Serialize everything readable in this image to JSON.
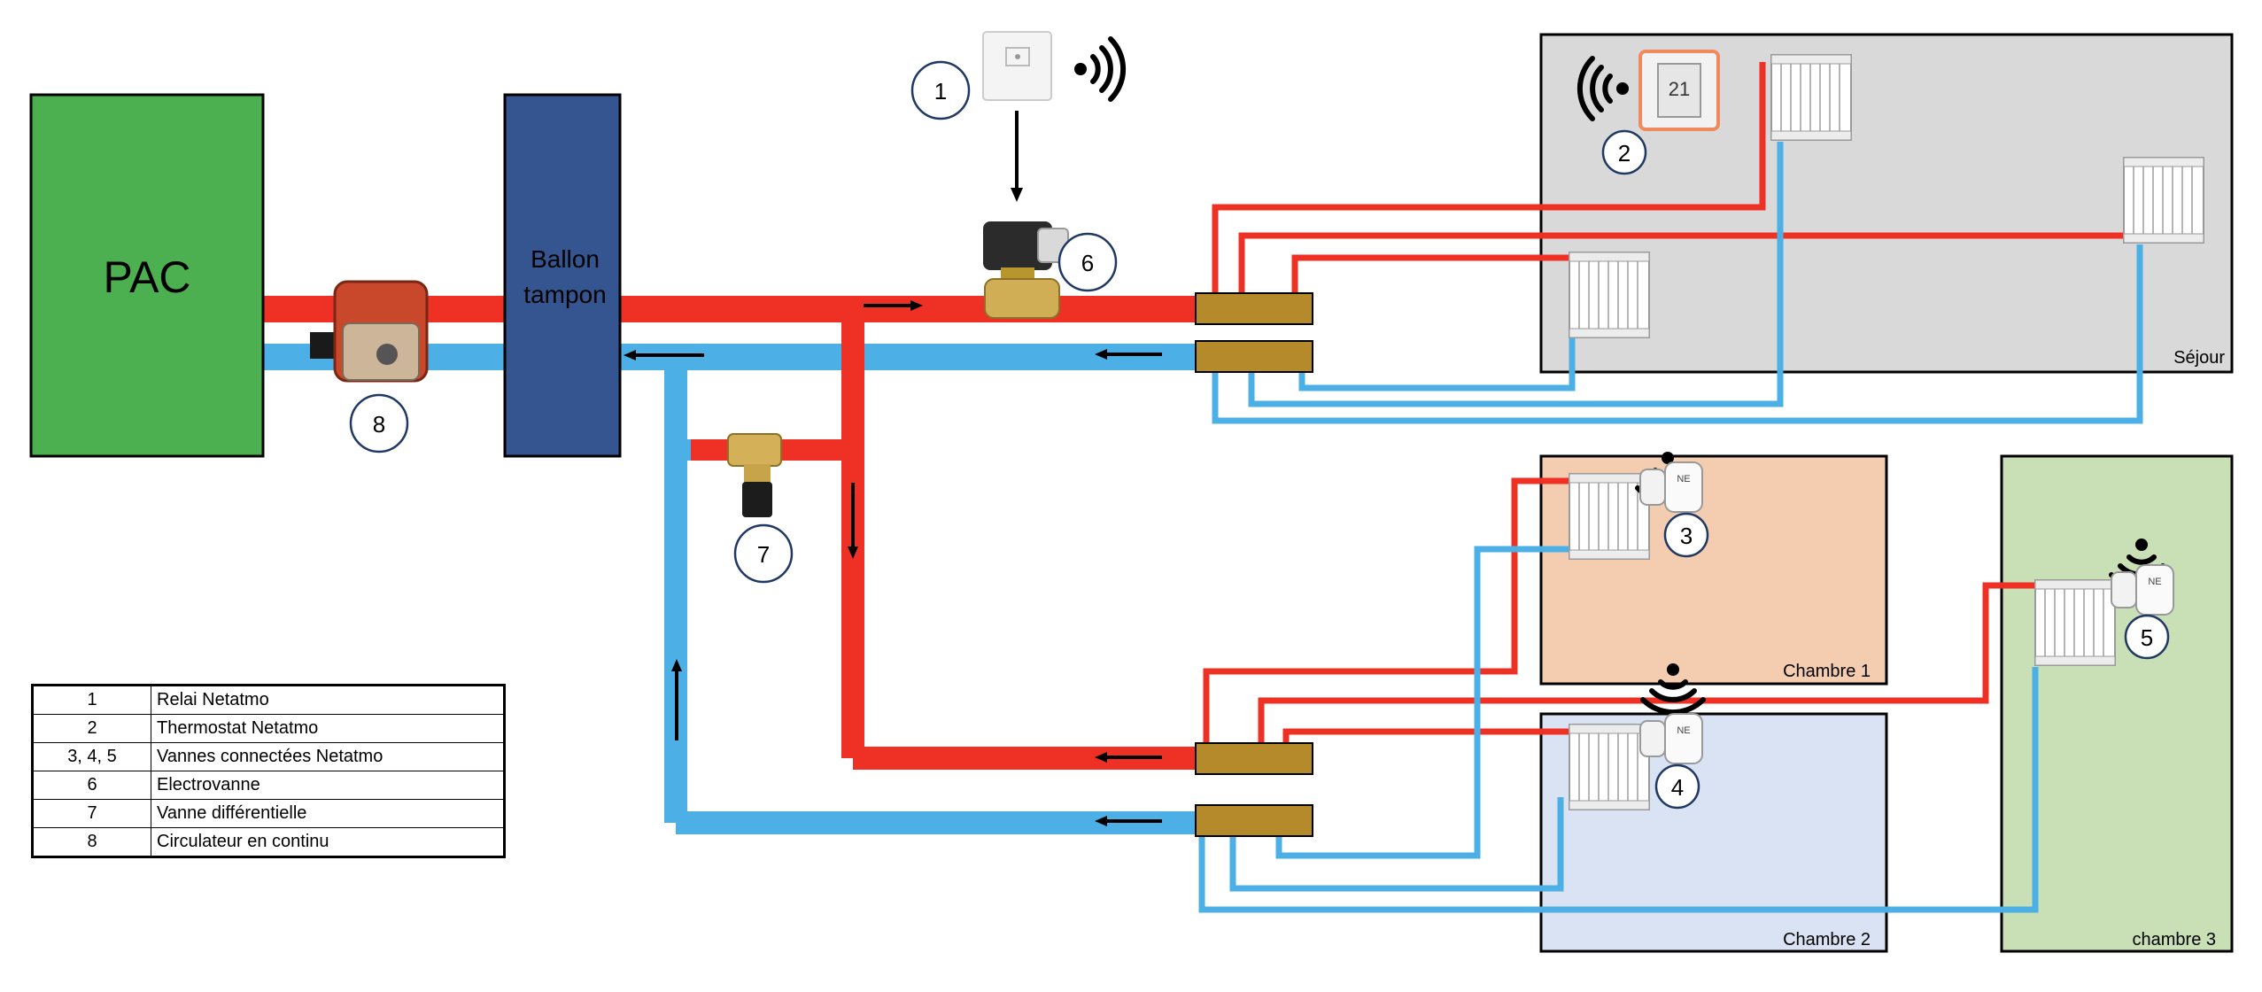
{
  "colors": {
    "hot": "#ee3124",
    "cold": "#4cb0e6",
    "pac": "#4caf50",
    "ballon": "#34558f",
    "collector": "#b58a2b",
    "sejour": "#d9d9d9",
    "chambre1": "#f4cdb0",
    "chambre2": "#dae3f3",
    "chambre3": "#c9e0b6"
  },
  "blocks": {
    "pac": "PAC",
    "ballon_line1": "Ballon",
    "ballon_line2": "tampon"
  },
  "rooms": {
    "sejour": "Séjour",
    "chambre1": "Chambre 1",
    "chambre2": "Chambre 2",
    "chambre3": "chambre 3"
  },
  "markers": [
    "1",
    "2",
    "3",
    "4",
    "5",
    "6",
    "7",
    "8"
  ],
  "icons": [
    "relay-icon",
    "wifi-icon",
    "thermostat-icon",
    "solenoid-valve-icon",
    "differential-valve-icon",
    "circulator-pump-icon",
    "radiator-icon",
    "smart-valve-icon",
    "flow-arrow-icon"
  ],
  "legend": [
    {
      "key": "1",
      "label": "Relai Netatmo"
    },
    {
      "key": "2",
      "label": "Thermostat Netatmo"
    },
    {
      "key": "3, 4, 5",
      "label": "Vannes connectées Netatmo"
    },
    {
      "key": "6",
      "label": "Electrovanne"
    },
    {
      "key": "7",
      "label": "Vanne différentielle"
    },
    {
      "key": "8",
      "label": "Circulateur en continu"
    }
  ]
}
